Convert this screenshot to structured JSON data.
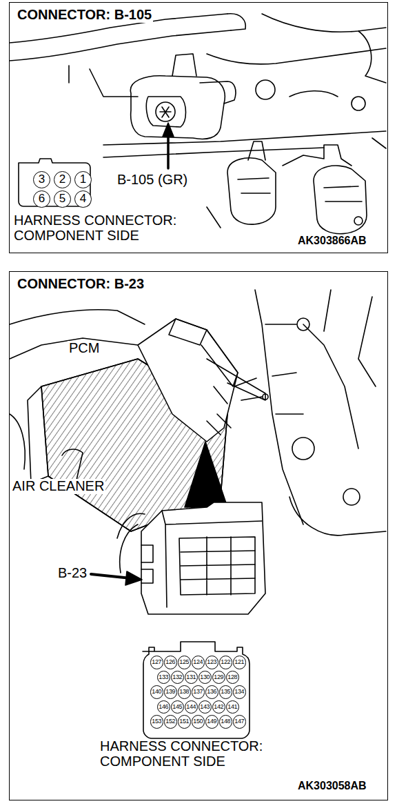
{
  "diagram": {
    "nodes": [
      {
        "text": [
          "CONNECTOR: B-105"
        ]
      },
      {
        "text": [
          "3",
          "2",
          "1",
          "6",
          "5",
          "4"
        ],
        "in": 0
      },
      {
        "text": [
          "CONNECTOR: B-23"
        ]
      },
      {
        "text": [
          "127",
          "126",
          "125",
          "124",
          "123",
          "122",
          "121",
          "133",
          "132",
          "131",
          "130",
          "129",
          "128",
          "140",
          "139",
          "138",
          "137",
          "136",
          "135",
          "134",
          "146",
          "145",
          "144",
          "143",
          "142",
          "141",
          "153",
          "152",
          "151",
          "150",
          "149",
          "148",
          "147"
        ],
        "in": 2
      }
    ],
    "edges": [],
    "labels": [
      "B-105 (GR)",
      "HARNESS CONNECTOR: COMPONENT SIDE",
      "AK303866AB",
      "PCM",
      "AIR CLEANER",
      "B-23",
      "HARNESS CONNECTOR: COMPONENT SIDE",
      "AK303058AB"
    ]
  }
}
